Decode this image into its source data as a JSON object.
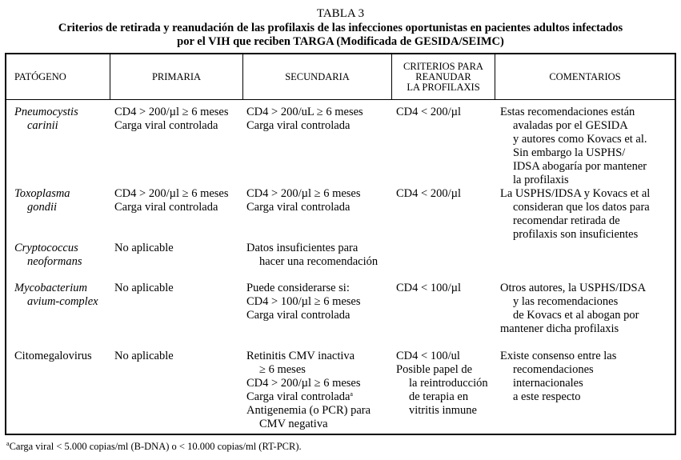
{
  "table_label": "TABLA 3",
  "title_lines": [
    "Criterios de retirada y reanudación de las profilaxis de las infecciones oportunistas en pacientes adultos infectados",
    "por el VIH que reciben TARGA (Modificada de GESIDA/SEIMC)"
  ],
  "headers": {
    "pathogen": "PATÓGENO",
    "primary": "PRIMARIA",
    "secondary": "SECUNDARIA",
    "resume": [
      "CRITERIOS PARA",
      "REANUDAR",
      "LA PROFILAXIS"
    ],
    "comments": "COMENTARIOS"
  },
  "rows": [
    {
      "pathogen": [
        "Pneumocystis",
        "carinii"
      ],
      "primary": [
        "CD4 > 200/µl ≥ 6 meses",
        "Carga viral controlada"
      ],
      "secondary": [
        "CD4 > 200/uL ≥ 6 meses",
        "Carga viral controlada"
      ],
      "resume": [
        "CD4 < 200/µl"
      ],
      "comments": [
        "Estas recomendaciones están",
        "avaladas por el GESIDA",
        "y autores como Kovacs et al.",
        "Sin embargo la USPHS/",
        "IDSA abogaría por mantener",
        "la profilaxis"
      ]
    },
    {
      "pathogen": [
        "Toxoplasma",
        "gondii"
      ],
      "primary": [
        "CD4 > 200/µl ≥ 6 meses",
        "Carga viral controlada"
      ],
      "secondary": [
        "CD4 > 200/µl ≥ 6 meses",
        "Carga viral controlada"
      ],
      "resume": [
        "CD4 < 200/µl"
      ],
      "comments": [
        "La USPHS/IDSA y Kovacs et al",
        "consideran que los datos para",
        "recomendar retirada de",
        "profilaxis son insuficientes"
      ]
    },
    {
      "pathogen": [
        "Cryptococcus",
        "neoformans"
      ],
      "primary": [
        "No aplicable"
      ],
      "secondary": [
        "Datos insuficientes para",
        "hacer una recomendación"
      ],
      "resume": [],
      "comments": []
    },
    {
      "pathogen": [
        "Mycobacterium",
        "avium-complex"
      ],
      "primary": [
        "No aplicable"
      ],
      "secondary": [
        "Puede considerarse si:",
        "CD4 > 100/µl ≥ 6 meses",
        "Carga viral controlada"
      ],
      "resume": [
        "CD4 < 100/µl"
      ],
      "comments": [
        "Otros autores, la USPHS/IDSA",
        "y las recomendaciones",
        "de Kovacs et al abogan por",
        "mantener dicha profilaxis"
      ]
    },
    {
      "pathogen": [
        "Citomegalovirus"
      ],
      "primary": [
        "No aplicable"
      ],
      "secondary": [
        "Retinitis CMV inactiva",
        "≥ 6 meses",
        "CD4 > 200/µl ≥ 6 meses",
        "Carga viral controlada",
        "Antigenemia (o PCR) para",
        "CMV negativa"
      ],
      "secondary_sup": "a",
      "resume": [
        "CD4 < 100/ul",
        "Posible papel de",
        "la reintroducción",
        "de terapia en",
        "vitritis inmune"
      ],
      "comments": [
        "Existe consenso entre las",
        "recomendaciones",
        "internacionales",
        "a este respecto"
      ]
    }
  ],
  "footnote": {
    "marker": "a",
    "text": "Carga viral < 5.000 copias/ml (B-DNA) o < 10.000 copias/ml (RT-PCR)."
  }
}
